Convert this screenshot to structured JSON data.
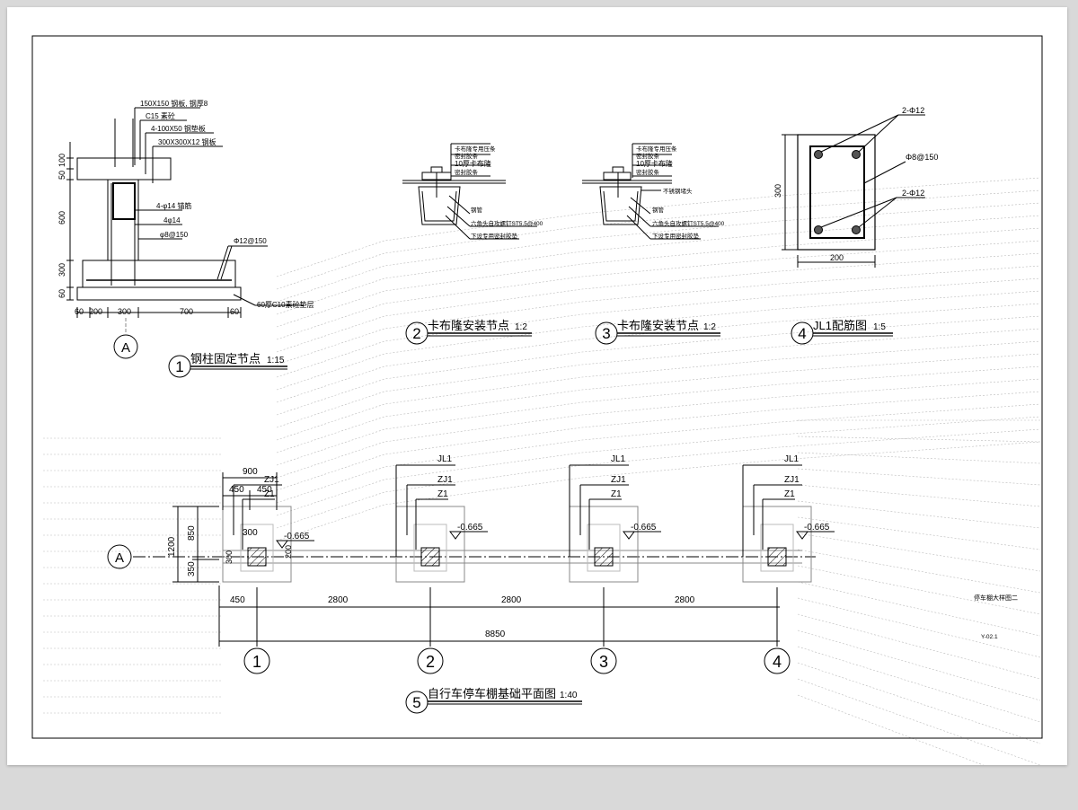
{
  "detail1": {
    "title": "钢柱固定节点",
    "scale": "1:15",
    "num": "1",
    "axis": "A",
    "callouts": [
      "150X150 钢板, 钢厚8",
      "C15 素砼",
      "4-100X50 钢垫板",
      "300X300X12 钢板"
    ],
    "rebar_labels": [
      "4-φ14 锚筋",
      "4φ14",
      "φ8@150",
      "Φ12@150"
    ],
    "base_label": "60厚C10素砼垫层",
    "vdims": [
      "100",
      "50",
      "600",
      "300",
      "60"
    ],
    "hdims": [
      "60",
      "200",
      "300",
      "700",
      "60"
    ]
  },
  "detail2": {
    "num": "2",
    "title": "卡布隆安装节点",
    "scale": "1:2",
    "callouts": [
      "卡布隆专用压条",
      "密封胶条",
      "10厚卡布隆",
      "密封胶条"
    ],
    "lower_callouts": [
      "钢管",
      "六角头自攻螺钉ST5.5@400",
      "下设专用密封胶垫"
    ]
  },
  "detail3": {
    "num": "3",
    "title": "卡布隆安装节点",
    "scale": "1:2",
    "callouts": [
      "卡布隆专用压条",
      "密封胶条",
      "10厚卡布隆",
      "密封胶条"
    ],
    "lower_callouts": [
      "不锈钢堵头",
      "钢管",
      "六角头自攻螺钉ST5.5@400",
      "下设专用密封胶垫"
    ]
  },
  "detail4": {
    "num": "4",
    "title": "JL1配筋图",
    "scale": "1:5",
    "top_bars": "2-Φ12",
    "stirrup": "Φ8@150",
    "bottom_bars": "2-Φ12",
    "height": "300",
    "width": "200"
  },
  "plan": {
    "num": "5",
    "title": "自行车停车棚基础平面图",
    "scale": "1:40",
    "axis_row": "A",
    "axes": [
      "1",
      "2",
      "3",
      "4"
    ],
    "beam_label": "JL1",
    "footing_label": "ZJ1",
    "column_label": "Z1",
    "elevation": "-0.665",
    "top_dims": [
      "900",
      "450",
      "450"
    ],
    "left_dims": [
      "1200",
      "850",
      "350"
    ],
    "small_dims": [
      "300",
      "300",
      "200"
    ],
    "spans": [
      "450",
      "2800",
      "2800",
      "2800"
    ],
    "total": "8850"
  },
  "titleblock": {
    "drawing_name": "停车棚大样图二",
    "drawing_no": "Y-02.1"
  }
}
